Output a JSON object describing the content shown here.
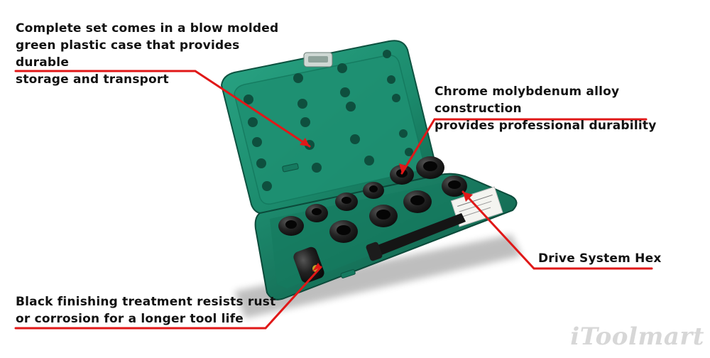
{
  "callouts": [
    {
      "text": "Complete set comes in a blow molded\ngreen plastic case that provides durable\nstorage and transport"
    },
    {
      "text": "Chrome molybdenum alloy construction\nprovides professional durability"
    },
    {
      "text": "Drive System Hex"
    },
    {
      "text": "Black finishing treatment resists rust\nor corrosion for a longer tool life"
    }
  ],
  "brand": "iToolmart",
  "colors": {
    "case_green": "#1f8f72",
    "case_dark": "#0f5f4a",
    "line_red": "#e01818",
    "socket_black": "#1a1a1a"
  }
}
